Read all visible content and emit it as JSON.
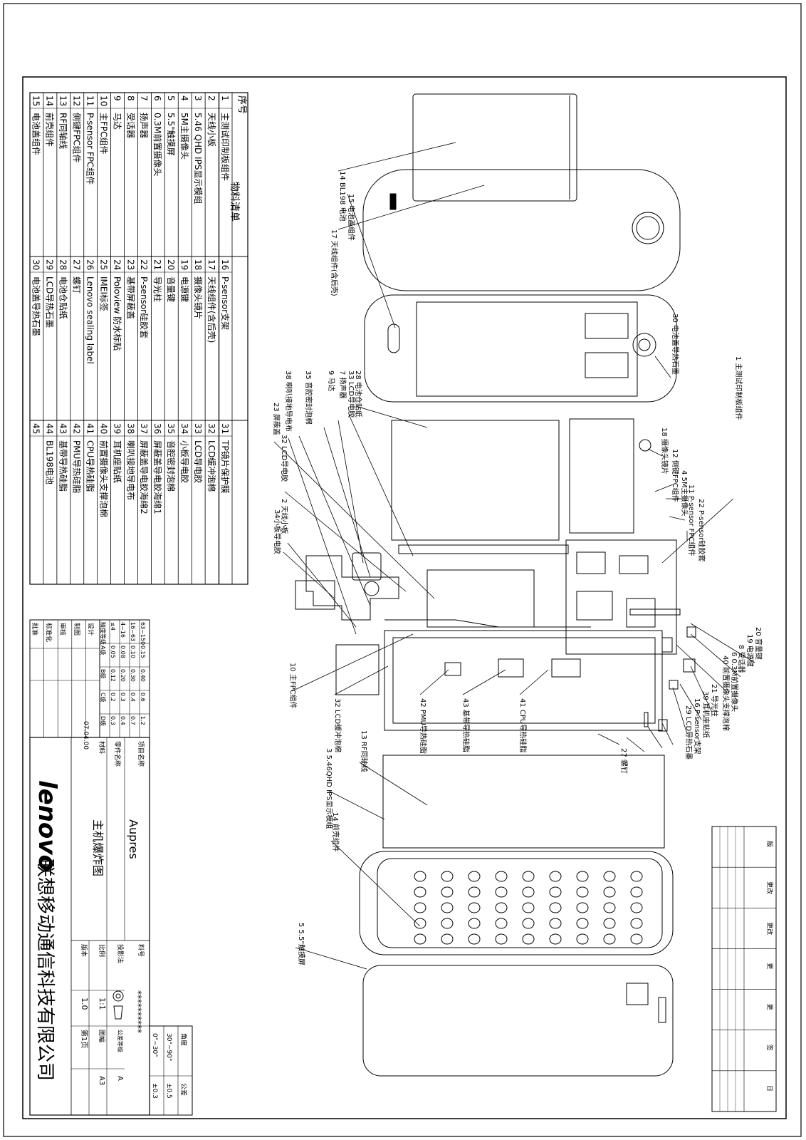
{
  "bom": {
    "title": "物料清单",
    "header": [
      "序号",
      ""
    ],
    "rows": [
      [
        "1",
        "主测试印制板组件"
      ],
      [
        "2",
        "天线小板"
      ],
      [
        "3",
        "5.46 QHD IPS显示模组"
      ],
      [
        "4",
        "5M主摄像头"
      ],
      [
        "5",
        "5.5\"触摸屏"
      ],
      [
        "6",
        "0.3M前置摄像头"
      ],
      [
        "7",
        "扬声器"
      ],
      [
        "8",
        "受话器"
      ],
      [
        "9",
        "马达"
      ],
      [
        "10",
        "主FPC组件"
      ],
      [
        "11",
        "P-sensor FPC组件"
      ],
      [
        "12",
        "侧键FPC组件"
      ],
      [
        "13",
        "RF同轴线"
      ],
      [
        "14",
        "前壳组件"
      ],
      [
        "15",
        "电池盖组件"
      ],
      [
        "16",
        "P-sensor支架"
      ],
      [
        "17",
        "天线组件(含后壳)"
      ],
      [
        "18",
        "摄像头镜片"
      ],
      [
        "19",
        "电源键"
      ],
      [
        "20",
        "音量键"
      ],
      [
        "21",
        "导光柱"
      ],
      [
        "22",
        "P-sensor硅胶套"
      ],
      [
        "23",
        "基带屏蔽盖"
      ],
      [
        "24",
        "Poloview 防水标贴"
      ],
      [
        "25",
        "IMEI标签"
      ],
      [
        "26",
        "Lenovo sealing label"
      ],
      [
        "27",
        "螺钉"
      ],
      [
        "28",
        "电池仓贴纸"
      ],
      [
        "29",
        "LCD导热石墨"
      ],
      [
        "30",
        "电池盖导热石墨"
      ],
      [
        "31",
        "TP镜片保护膜"
      ],
      [
        "32",
        "LCD缓冲泡棉"
      ],
      [
        "33",
        "LCD导电胶"
      ],
      [
        "34",
        "小板导电胶"
      ],
      [
        "35",
        "音腔密封泡棉"
      ],
      [
        "36",
        "屏蔽盖导电胶海绵1"
      ],
      [
        "37",
        "屏蔽盖导电胶海绵2"
      ],
      [
        "38",
        "喇叭接地导电布"
      ],
      [
        "39",
        "耳机座贴纸"
      ],
      [
        "40",
        "前置摄像头支撑泡棉"
      ],
      [
        "41",
        "CPU导热硅脂"
      ],
      [
        "42",
        "PMU导热硅脂"
      ],
      [
        "43",
        "基带导热硅脂"
      ],
      [
        "44",
        "BL198电池"
      ],
      [
        "45",
        ""
      ]
    ]
  },
  "callouts": [
    "14 BL198 电池",
    "17 天线组件(含后壳)",
    "15 电池盖组件",
    "30 电池盖导热石墨",
    "18 摄像头镜片",
    "12 侧键FPC组件",
    "4 5M主摄像头",
    "11 P-sensor FPC组件",
    "22 P-sensor硅胶套",
    "1 主测试印制板组件",
    "28 电池仓贴纸",
    "33 LCD导电胶",
    "7 扬声器",
    "9 马达",
    "35 音腔密封泡棉",
    "38 喇叭接地导电布",
    "23 屏蔽盖",
    "32 LCD导电胶",
    "2 天线小板",
    "34小板导电胶",
    "10 主FPC组件",
    "20 音量键",
    "19 电源键",
    "8 受话器",
    "6 0.3M前置摄像头",
    "40 前置摄像头支撑泡棉",
    "21 导光柱",
    "39 耳机座贴纸",
    "16 P-sensor支架",
    "29 LCD导热石墨",
    "41 CPU导热硅脂",
    "43 基带导热硅脂",
    "42 PMU导热硅脂",
    "32 LCD缓冲泡棉",
    "3 5.46QHD IPS显示模组",
    "13 RF同轴线",
    "27 螺钉",
    "14 前壳组件",
    "5 5.5\"触摸屏"
  ],
  "tolerance": {
    "title": "未注公差",
    "headers": [
      "精度等级",
      "A级",
      "B级",
      "C级",
      "D级"
    ],
    "rows": [
      [
        "≤4",
        "0.05",
        "0.12",
        "0.2",
        "0.3"
      ],
      [
        "4~16",
        "0.08",
        "0.20",
        "0.3",
        "0.4"
      ],
      [
        "16~63",
        "0.10",
        "0.30",
        "0.4",
        "0.7"
      ],
      [
        "63~150",
        "0.15",
        "0.40",
        "0.6",
        "1.2"
      ]
    ]
  },
  "roles": [
    "设计",
    "制图",
    "审核",
    "标准化",
    "批准"
  ],
  "date": "07.04.00",
  "title_block": {
    "project_label": "项目名称",
    "project_name": "Aupres",
    "part_label": "零件名称",
    "part_name": "主机爆炸图",
    "material_label": "材料",
    "part_no_label": "料号",
    "part_no": "**********",
    "method_label": "投影法",
    "class_label": "公差等级",
    "class_value": "A",
    "scale_label": "比例",
    "scale": "1:1",
    "size_label": "图幅",
    "size": "A3",
    "version_label": "版本",
    "version": "1.0",
    "page": "第1页",
    "logo": "lenovo",
    "company": "联想移动通信科技有限公司"
  },
  "angle_tol": {
    "headers": [
      "角度",
      "公差"
    ],
    "rows": [
      [
        "0°~30°",
        "±0.3"
      ],
      [
        "30°~90°",
        "±0.5"
      ]
    ]
  },
  "revision": {
    "headers": [
      "版",
      "更改",
      "更改",
      "更",
      "更",
      "签",
      "日"
    ]
  }
}
